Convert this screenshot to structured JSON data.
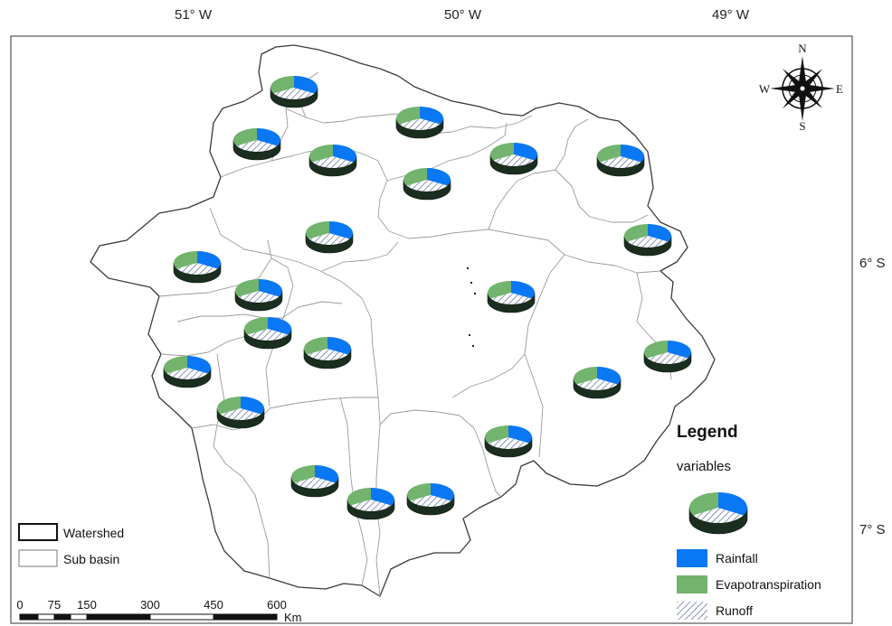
{
  "graticule": {
    "longitudes": [
      "51° W",
      "50° W",
      "49° W"
    ],
    "latitudes": [
      "6° S",
      "7° S"
    ]
  },
  "compass": {
    "n": "N",
    "s": "S",
    "e": "E",
    "w": "W"
  },
  "legend": {
    "title": "Legend",
    "subtitle": "variables",
    "items": [
      {
        "label": "Rainfall",
        "color": "#0a78f5",
        "pattern": "solid"
      },
      {
        "label": "Evapotranspiration",
        "color": "#72b46e",
        "pattern": "solid"
      },
      {
        "label": "Runoff",
        "color": "#ffffff",
        "pattern": "diagonal-hatch"
      }
    ]
  },
  "boundary_legend": {
    "items": [
      {
        "label": "Watershed"
      },
      {
        "label": "Sub basin"
      }
    ]
  },
  "scalebar": {
    "ticks": [
      "0",
      "75",
      "150",
      "300",
      "450",
      "600"
    ],
    "unit": "Km"
  },
  "colors": {
    "rainfall": "#0a78f5",
    "evapotranspiration": "#72b46e",
    "runoff_hatch": "#6c7aa6",
    "pie_side": "#1a2e1f",
    "watershed": "#3a3a3a",
    "subbasin": "#9a9a9a"
  }
}
